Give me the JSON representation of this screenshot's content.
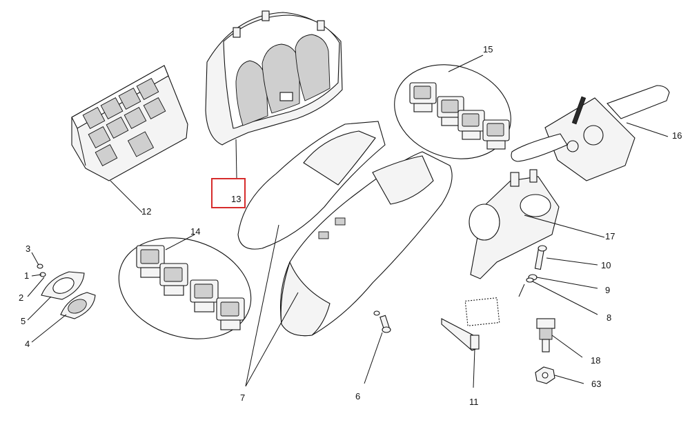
{
  "diagram": {
    "highlight_color": "#d62b2b",
    "callouts": [
      "13",
      "15",
      "16",
      "12",
      "17",
      "14",
      "3",
      "1",
      "2",
      "5",
      "4",
      "10",
      "9",
      "8",
      "18",
      "63",
      "7",
      "6",
      "11"
    ]
  }
}
